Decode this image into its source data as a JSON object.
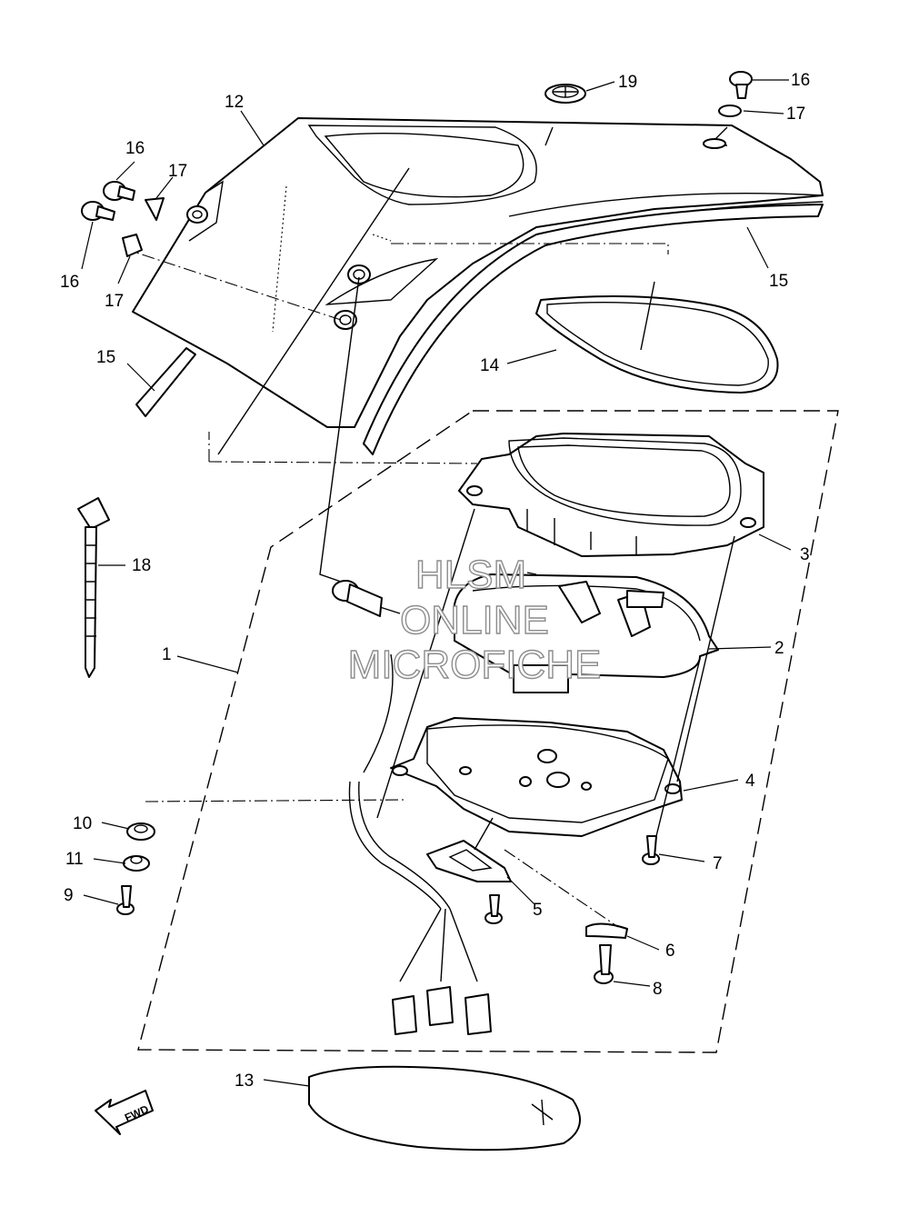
{
  "callouts": {
    "p1": "1",
    "p2": "2",
    "p3": "3",
    "p4": "4",
    "p5": "5",
    "p6": "6",
    "p7": "7",
    "p8": "8",
    "p9": "9",
    "p10": "10",
    "p11": "11",
    "p12": "12",
    "p13": "13",
    "p14": "14",
    "p15a": "15",
    "p15b": "15",
    "p16a": "16",
    "p16b": "16",
    "p16c": "16",
    "p17a": "17",
    "p17b": "17",
    "p17c": "17",
    "p18": "18",
    "p19": "19"
  },
  "fwd_label": "FWD",
  "watermark": {
    "line1": "HLSM",
    "line2": "ONLINE",
    "line3": "MICROFICHE"
  },
  "colors": {
    "line": "#000000",
    "background": "#ffffff",
    "watermark": "#8c8c8c"
  }
}
